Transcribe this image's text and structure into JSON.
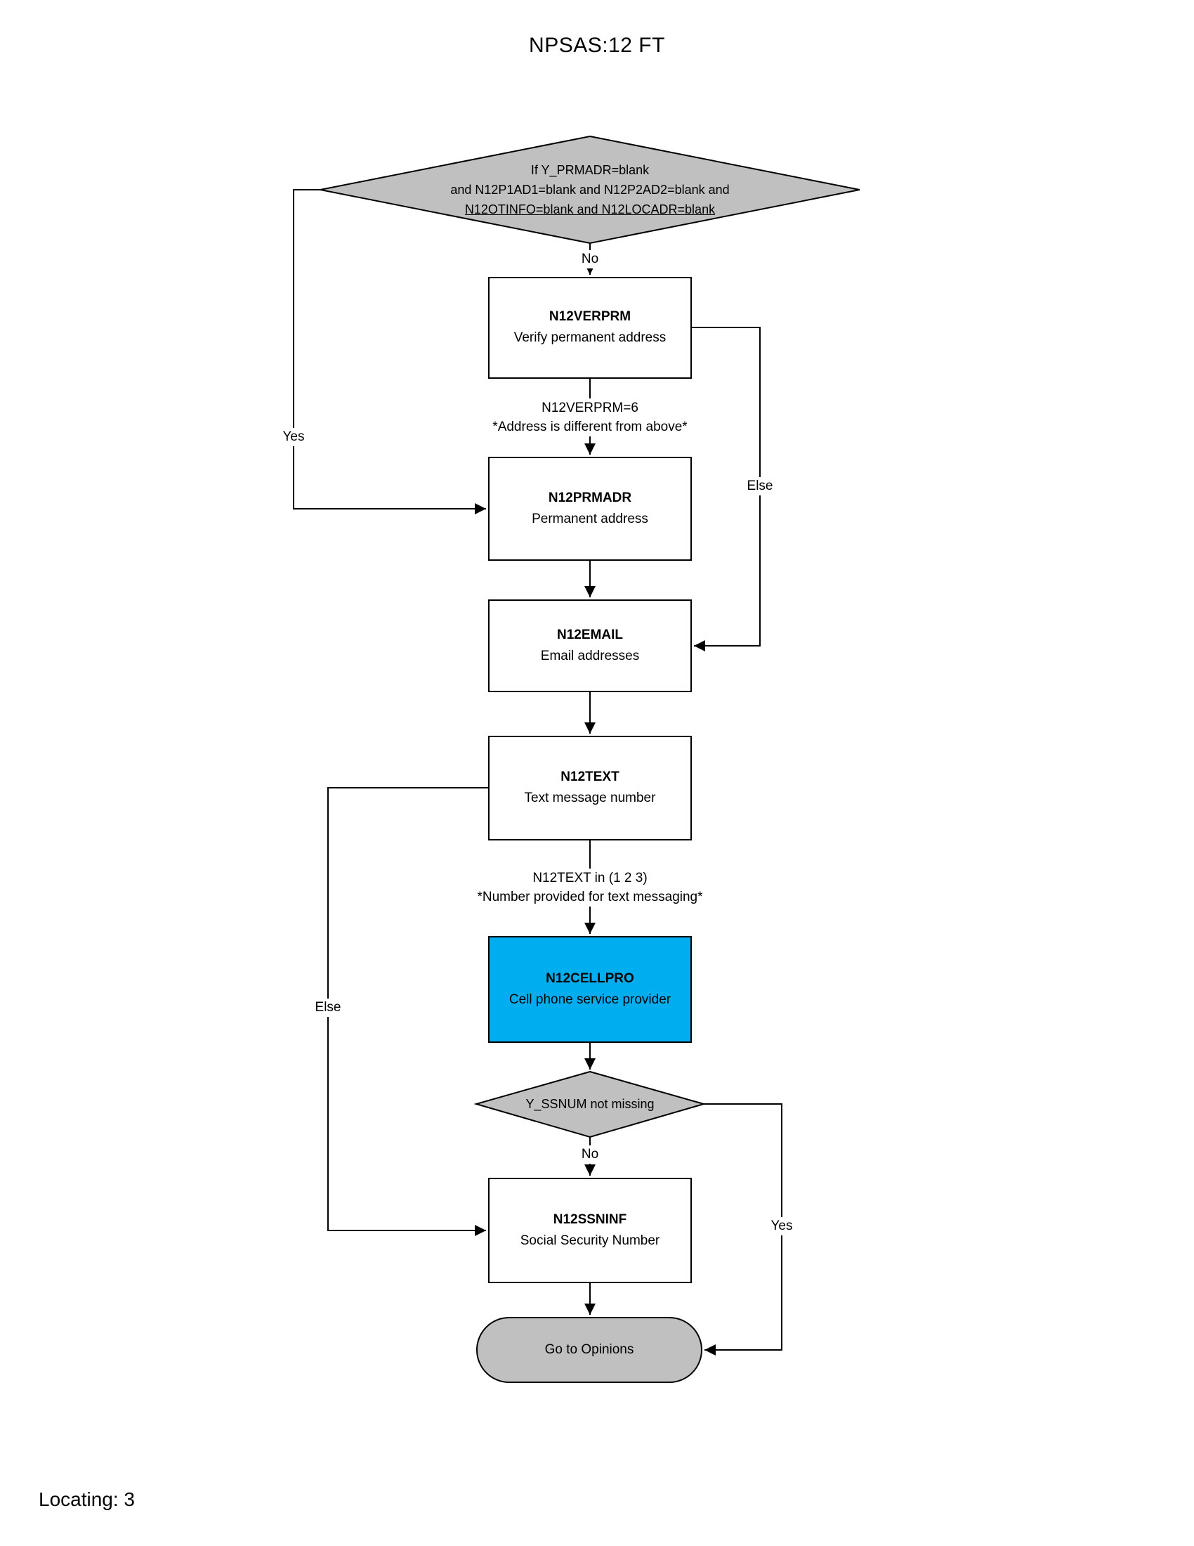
{
  "title": "NPSAS:12 FT",
  "footer": "Locating: 3",
  "colors": {
    "decision_fill": "#c0c0c0",
    "terminator_fill": "#c0c0c0",
    "highlight_fill": "#00aeef",
    "line": "#000000"
  },
  "nodes": {
    "decision_address": {
      "line1": "If Y_PRMADR=blank",
      "line2": "and N12P1AD1=blank and N12P2AD2=blank and",
      "line3": "N12OTINFO=blank and N12LOCADR=blank"
    },
    "verprm": {
      "name": "N12VERPRM",
      "desc": "Verify permanent address"
    },
    "prmadr": {
      "name": "N12PRMADR",
      "desc": "Permanent address"
    },
    "email": {
      "name": "N12EMAIL",
      "desc": "Email addresses"
    },
    "text": {
      "name": "N12TEXT",
      "desc": "Text message number"
    },
    "cellpro": {
      "name": "N12CELLPRO",
      "desc": "Cell phone service provider"
    },
    "decision_ssnum": {
      "label": "Y_SSNUM not missing"
    },
    "ssninf": {
      "name": "N12SSNINF",
      "desc": "Social Security Number"
    },
    "go_to_opinions": {
      "label": "Go to Opinions"
    }
  },
  "edges": {
    "no_address": "No",
    "yes_address": "Yes",
    "else_verprm": "Else",
    "verprm_condition_line1": "N12VERPRM=6",
    "verprm_condition_line2": "*Address is different from above*",
    "text_condition_line1": "N12TEXT in (1 2 3)",
    "text_condition_line2": "*Number provided for text messaging*",
    "else_text": "Else",
    "no_ssnum": "No",
    "yes_ssnum": "Yes"
  }
}
